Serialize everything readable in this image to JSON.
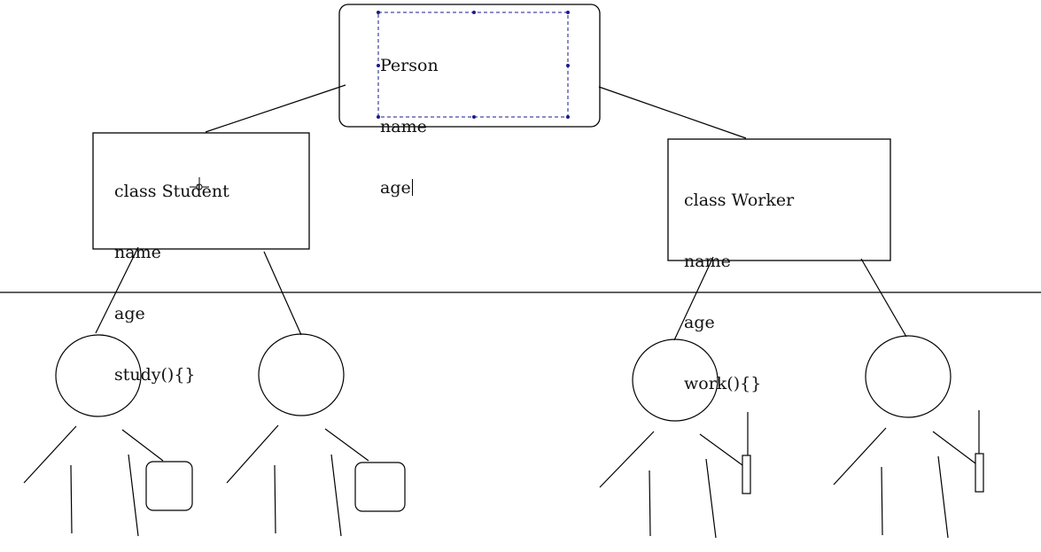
{
  "colors": {
    "background": "#ffffff",
    "stroke": "#000000",
    "text": "#111111",
    "selection": "#1a1a8c"
  },
  "person_box": {
    "lines": [
      "Person",
      "name",
      "age"
    ]
  },
  "student_box": {
    "lines": [
      "class Student",
      "name",
      "age",
      "study(){}"
    ]
  },
  "worker_box": {
    "lines": [
      "class Worker",
      "name",
      "age",
      "work(){}"
    ]
  },
  "icons": {
    "cursor": "crosshair-cursor-icon",
    "student_item": "book-icon",
    "worker_item": "tool-icon"
  }
}
